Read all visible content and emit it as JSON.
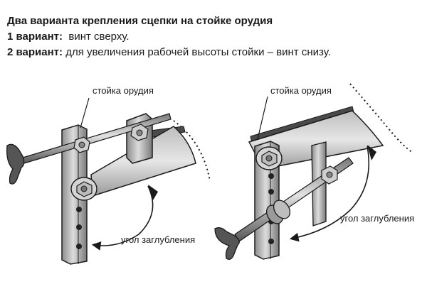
{
  "header": {
    "title": "Два варианта крепления сцепки на стойке орудия",
    "variant1_prefix": "1 вариант:",
    "variant1_text": "винт сверху.",
    "variant2_prefix": "2 вариант:",
    "variant2_text": "для увеличения рабочей высоты стойки – винт снизу."
  },
  "left_figure": {
    "post_label": "стойка орудия",
    "angle_label": "угол заглубления"
  },
  "right_figure": {
    "post_label": "стойка орудия",
    "angle_label": "угол заглубления"
  },
  "colors": {
    "metal_light": "#d9d9d9",
    "metal_mid": "#a6a6a6",
    "metal_dark": "#555555",
    "outline": "#1a1a1a"
  }
}
